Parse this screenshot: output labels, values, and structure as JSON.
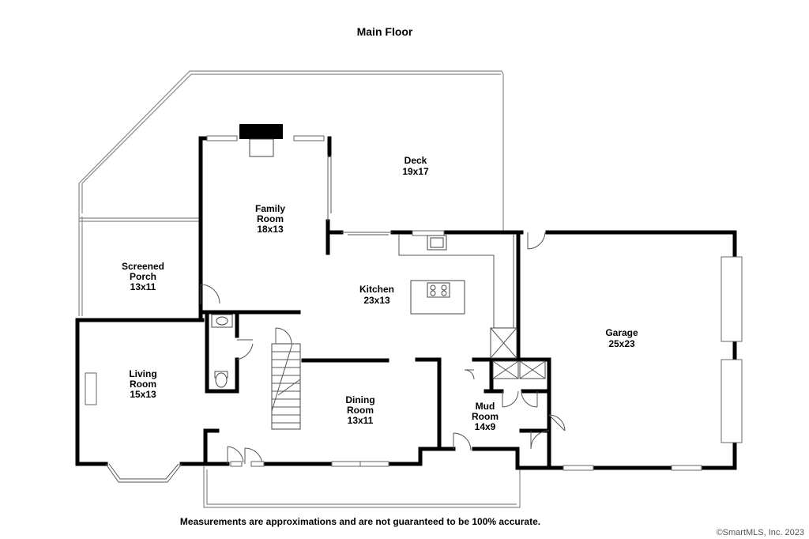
{
  "title": "Main Floor",
  "rooms": {
    "deck": {
      "name": "Deck",
      "dims": "19x17"
    },
    "family": {
      "name1": "Family",
      "name2": "Room",
      "dims": "18x13"
    },
    "porch": {
      "name1": "Screened",
      "name2": "Porch",
      "dims": "13x11"
    },
    "kitchen": {
      "name": "Kitchen",
      "dims": "23x13"
    },
    "garage": {
      "name": "Garage",
      "dims": "25x23"
    },
    "living": {
      "name1": "Living",
      "name2": "Room",
      "dims": "15x13"
    },
    "dining": {
      "name1": "Dining",
      "name2": "Room",
      "dims": "13x11"
    },
    "mud": {
      "name1": "Mud",
      "name2": "Room",
      "dims": "14x9"
    }
  },
  "disclaimer": "Measurements are approximations and are not guaranteed to be 100% accurate.",
  "copyright": "©SmartMLS, Inc.  2023"
}
